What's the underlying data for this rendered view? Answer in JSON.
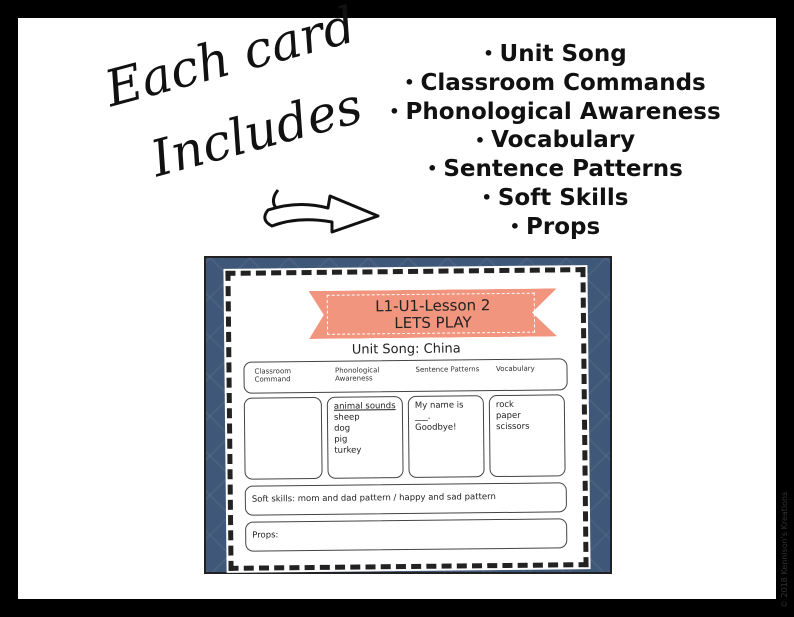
{
  "heading": {
    "line1": "Each card",
    "line2": "Includes"
  },
  "items": [
    "Unit Song",
    "Classroom Commands",
    "Phonological Awareness",
    "Vocabulary",
    "Sentence Patterns",
    "Soft Skills",
    "Props"
  ],
  "card": {
    "title": "L1-U1-Lesson 2",
    "subtitle": "LETS PLAY",
    "song": "Unit Song: China",
    "columns": [
      "Classroom Command",
      "Phonological Awareness",
      "Sentence Patterns",
      "Vocabulary"
    ],
    "classroom_command": [],
    "phonological_heading": "animal sounds",
    "phonological": [
      "sheep",
      "dog",
      "pig",
      "turkey"
    ],
    "sentence_patterns": [
      "My name is ___.",
      "Goodbye!"
    ],
    "vocabulary": [
      "rock",
      "paper",
      "scissors"
    ],
    "soft_skills": "Soft skills: mom and dad pattern / happy and sad pattern",
    "props": "Props:"
  },
  "copyright": "© 2018 Kennison's Kreations",
  "colors": {
    "ribbon": "#f2957f",
    "background_pattern": "#3f5778"
  }
}
